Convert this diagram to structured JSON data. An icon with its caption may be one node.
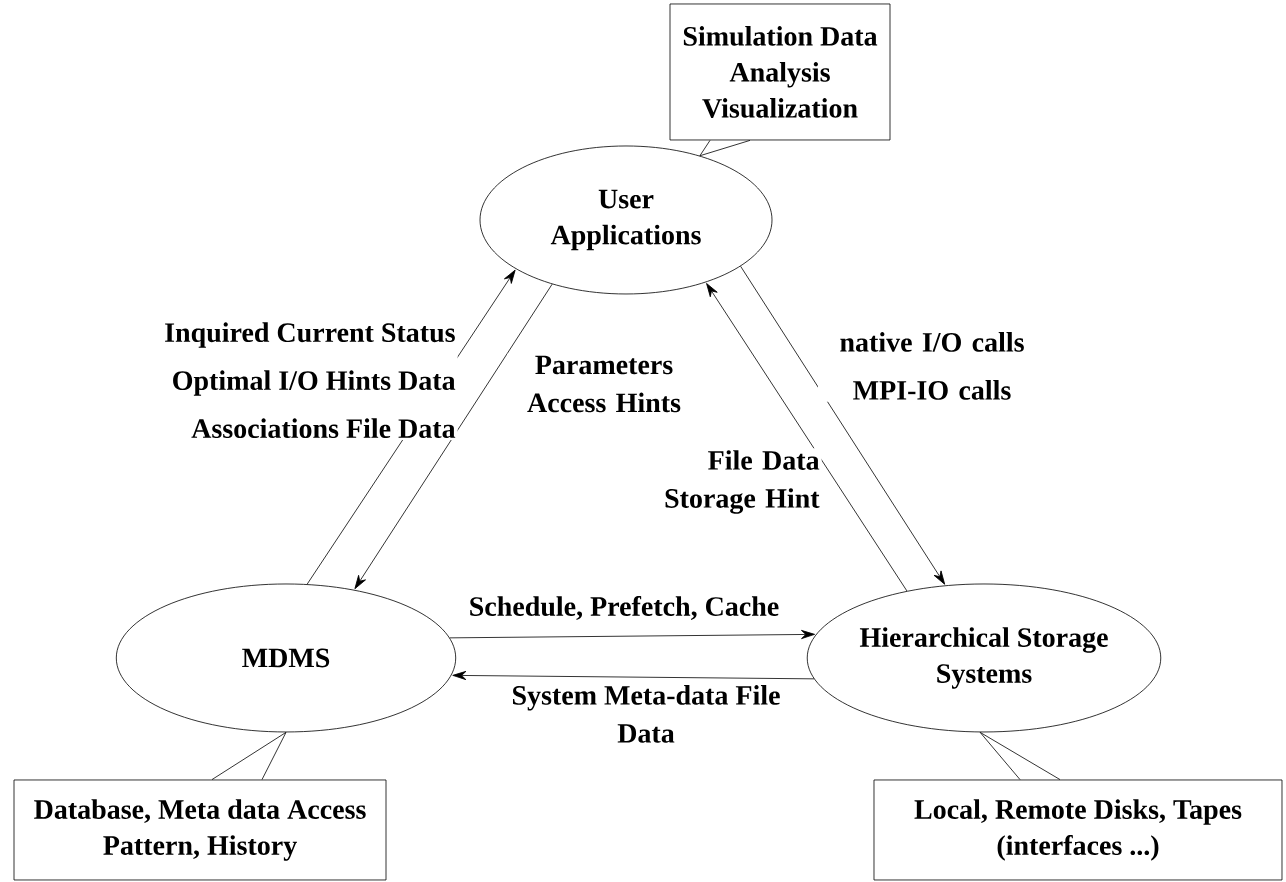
{
  "diagram": {
    "nodes": [
      {
        "text": [
          "Simulation Data Analysis Visualization"
        ]
      },
      {
        "text": [
          "User Applications"
        ]
      },
      {
        "text": [
          "MDMS"
        ]
      },
      {
        "text": [
          "Hierarchical Storage Systems"
        ]
      },
      {
        "text": [
          "Database, Meta data Access Pattern, History"
        ]
      },
      {
        "text": [
          "Local, Remote Disks, Tapes (interfaces ...)"
        ]
      }
    ],
    "edges": [
      {
        "from": 0,
        "to": 1,
        "arrow": "none"
      },
      {
        "from": 2,
        "to": 1,
        "arrow": "to",
        "label": "Inquired Current Status Optimal I/O Hints Data Associations File Data"
      },
      {
        "from": 1,
        "to": 2,
        "arrow": "to",
        "label": "Parameters Access Hints"
      },
      {
        "from": 3,
        "to": 1,
        "arrow": "to",
        "label": "File Data Storage Hint"
      },
      {
        "from": 1,
        "to": 3,
        "arrow": "to",
        "label": "native I/O calls MPI-IO calls"
      },
      {
        "from": 2,
        "to": 3,
        "arrow": "to",
        "label": "Schedule, Prefetch, Cache"
      },
      {
        "from": 3,
        "to": 2,
        "arrow": "to",
        "label": "System Meta-data File Data"
      },
      {
        "from": 4,
        "to": 2,
        "arrow": "none"
      },
      {
        "from": 5,
        "to": 3,
        "arrow": "none"
      }
    ]
  }
}
